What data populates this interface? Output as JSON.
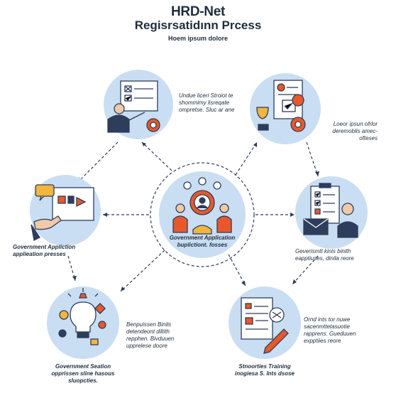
{
  "header": {
    "title_line1": "HRD-Net",
    "title_line2": "Regisrsatidınn Prcess",
    "subtitle": "Hoem ipsum dolore"
  },
  "center": {
    "caption_line1": "Government Application",
    "caption_line2": "buplictiont. fosses"
  },
  "nodes": {
    "top_left": {
      "caption": [
        "Undue liceri Stroiot te",
        "shommimy lisreqate",
        "ompretse. Sluc ar ane"
      ]
    },
    "top_right": {
      "caption": [
        "Loeor ipsun ofrlor",
        "deremoblis amec-",
        "ofteses"
      ]
    },
    "mid_left": {
      "caption": [
        "Government Appliction",
        "applieation presses"
      ]
    },
    "mid_right": {
      "caption": [
        "Geverismtt kinis binith",
        "eapptiuses, dinila reore"
      ]
    },
    "bottom_left": {
      "side_caption": [
        "Benpuissen Binils",
        "detendeont diltith",
        "repphen. Bivduuen",
        "upprelese doore"
      ],
      "caption": [
        "Government Seation",
        "opprissen sline hasous",
        "sluopcties."
      ]
    },
    "bottom_right": {
      "side_caption": [
        "Ornd ints tor nuwe",
        "sacenmttetasuotie",
        "rapprens. Gueduuen",
        "expptiies reore"
      ],
      "caption": [
        "Stnoorties Training",
        "inogiesa S. Ints dsose"
      ]
    }
  },
  "colors": {
    "circle_fill": "#c9def3",
    "accent_orange": "#e8582c",
    "accent_yellow": "#f2b53d",
    "navy": "#2e3d5c"
  }
}
